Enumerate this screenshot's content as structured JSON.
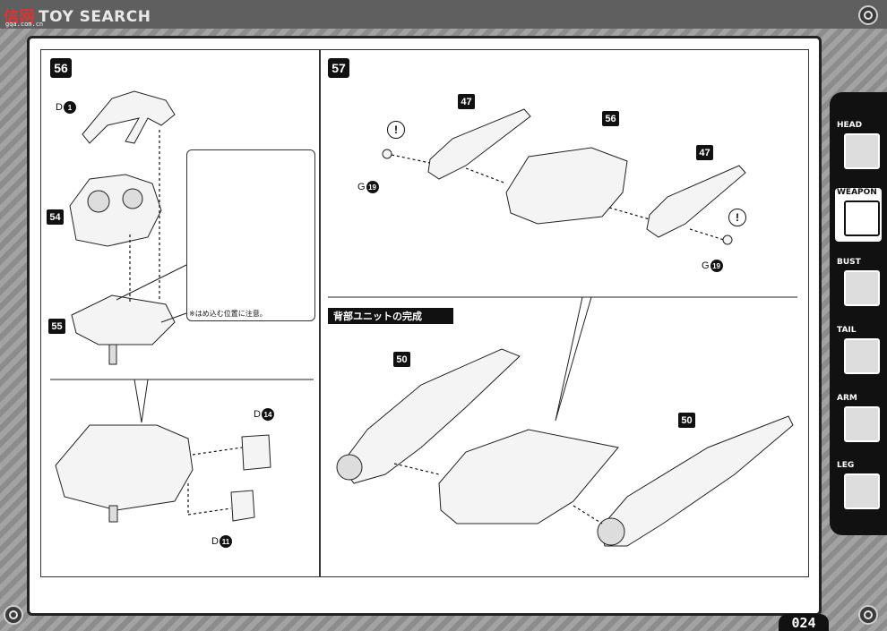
{
  "watermark": {
    "cn": "信网",
    "text": "TOY SEARCH",
    "url": "gqa.com.cn"
  },
  "steps": {
    "s56": "56",
    "s57": "57"
  },
  "parts": {
    "p54": "54",
    "p55": "55",
    "p47a": "47",
    "p56": "56",
    "p47b": "47",
    "p50a": "50",
    "p50b": "50"
  },
  "sprues": {
    "d1": {
      "letter": "D",
      "num": "1"
    },
    "d14": {
      "letter": "D",
      "num": "14"
    },
    "d11": {
      "letter": "D",
      "num": "11"
    },
    "g19a": {
      "letter": "G",
      "num": "19"
    },
    "g19b": {
      "letter": "G",
      "num": "19"
    }
  },
  "caution_mark": "!",
  "note": "※はめ込む位置に注意。",
  "complete_title": "背部ユニットの完成",
  "sidebar": {
    "tabs": [
      {
        "label": "HEAD",
        "active": false
      },
      {
        "label": "WEAPON",
        "active": true
      },
      {
        "label": "BUST",
        "active": false
      },
      {
        "label": "TAIL",
        "active": false
      },
      {
        "label": "ARM",
        "active": false
      },
      {
        "label": "LEG",
        "active": false
      }
    ]
  },
  "page_number": "024"
}
